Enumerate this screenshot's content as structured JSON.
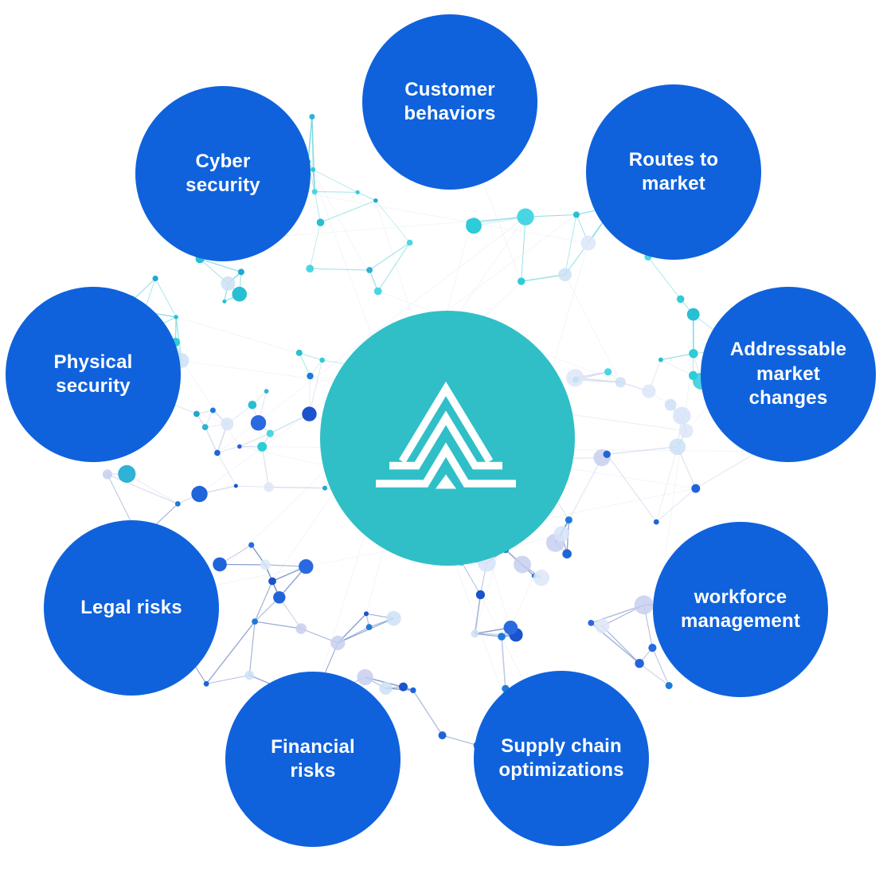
{
  "diagram": {
    "type": "radial-hub",
    "center": {
      "icon": "layered-peak-logo",
      "color": "#30BFC7",
      "logo_color": "#FFFFFF"
    },
    "node_color": "#0F62DC",
    "label_color": "#FFFFFF",
    "nodes": [
      {
        "label": "Customer\nbehaviors"
      },
      {
        "label": "Routes to\nmarket"
      },
      {
        "label": "Addressable\nmarket\nchanges"
      },
      {
        "label": "workforce\nmanagement"
      },
      {
        "label": "Supply chain\noptimizations"
      },
      {
        "label": "Financial\nrisks"
      },
      {
        "label": "Legal risks"
      },
      {
        "label": "Physical\nsecurity"
      },
      {
        "label": "Cyber\nsecurity"
      }
    ]
  },
  "background": {
    "style": "network-sphere",
    "seed": 11,
    "node_count": 150,
    "teal_nodes": [
      "#2ECBD8",
      "#2FB2D6",
      "#27BFD2",
      "#49D6E2",
      "#1FA8CE"
    ],
    "blue_nodes": [
      "#1B53CD",
      "#2064DA",
      "#1D7BD8",
      "#2A6AE0"
    ],
    "ghost_nodes": [
      "#C7CFF0",
      "#D6E4F8",
      "#CBE0F5",
      "#DDE6F8"
    ],
    "line_teal": "#5FCFDA",
    "line_blue": "#5D7AB8",
    "line_pale": "#CBD4E8"
  }
}
